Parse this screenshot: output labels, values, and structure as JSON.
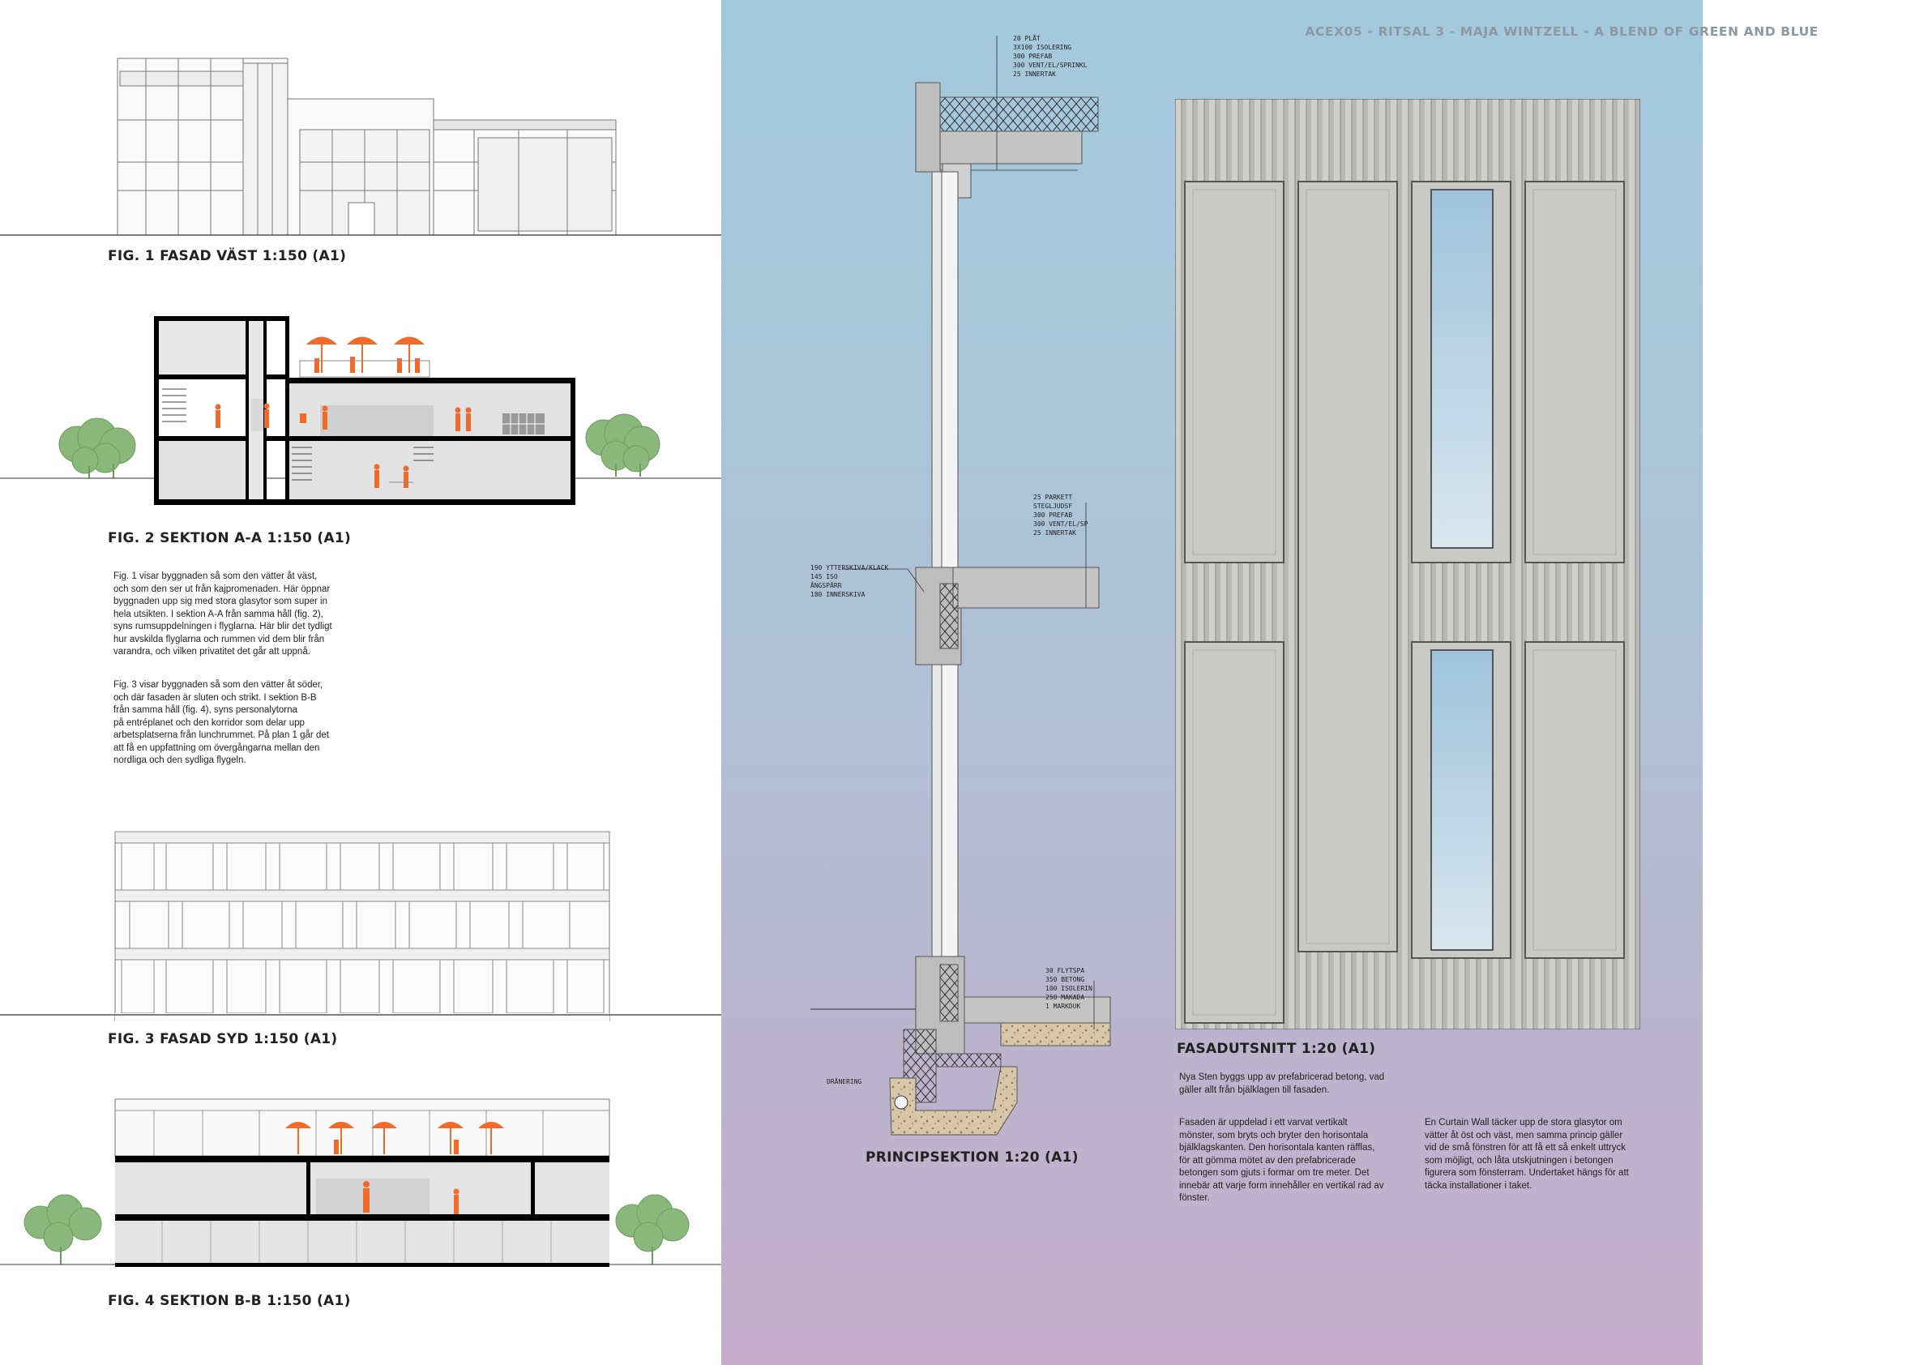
{
  "header": {
    "title": "ACEX05 - RITSAL 3 - MAJA WINTZELL - A BLEND OF GREEN AND BLUE"
  },
  "figures": {
    "fig1": {
      "caption": "FIG. 1 FASAD VÄST 1:150 (A1)"
    },
    "fig2": {
      "caption": "FIG. 2 SEKTION A-A 1:150 (A1)"
    },
    "fig3": {
      "caption": "FIG. 3 FASAD SYD 1:150 (A1)"
    },
    "fig4": {
      "caption": "FIG. 4 SEKTION B-B 1:150 (A1)"
    },
    "principsektion": {
      "caption": "PRINCIPSEKTION 1:20 (A1)"
    },
    "fasadutsnitt": {
      "caption": "FASADUTSNITT 1:20 (A1)"
    }
  },
  "left_text": {
    "p1": "Fig. 1 visar byggnaden så som den vätter åt väst,\noch som den ser ut från kajpromenaden. Här öppnar\nbyggnaden upp sig med stora glasytor som super in\nhela utsikten. I sektion A-A från samma håll (fig. 2),\nsyns rumsuppdelningen i flyglarna. Här blir det tydligt\nhur avskilda flyglarna och rummen vid dem blir från\nvarandra, och vilken privatitet det går att uppnå.",
    "p2": "Fig. 3 visar byggnaden så som den vätter åt söder,\noch där fasaden är sluten och strikt. I sektion B-B\nfrån samma håll (fig. 4), syns personalytorna\npå entréplanet och den korridor som delar upp\narbetsplatserna från lunchrummet. På plan 1 går det\natt få en uppfattning om övergångarna mellan den\nnordliga och den sydliga flygeln."
  },
  "right_text": {
    "intro": "Nya Sten byggs upp av prefabricerad betong, vad\ngäller allt från bjälklagen till fasaden.",
    "col1": "Fasaden är uppdelad i ett varvat vertikalt\nmönster, som bryts och bryter den horisontala\nbjälklagskanten. Den horisontala kanten räfflas,\nför att gömma mötet av den prefabricerade\nbetongen som gjuts i formar om tre meter. Det\ninnebär att varje form innehåller en vertikal rad av\nfönster.",
    "col2": "En Curtain Wall täcker upp de stora glasytor om\nvätter åt öst och väst, men samma princip gäller\nvid de små fönstren för att få ett så enkelt uttryck\nsom möjligt, och låta utskjutningen i betongen\nfigurera som fönsterram. Undertaket hängs för att\ntäcka installationer i taket."
  },
  "section_labels": {
    "roof": [
      "20   PLÅT",
      "3X100 ISOLERING",
      "300  PREFAB",
      "300  VENT/EL/SPRINKL",
      "25   INNERTAK"
    ],
    "floor": [
      "25   PARKETT",
      "     STEGLJUDSF",
      "300  PREFAB",
      "300  VENT/EL/SP",
      "25   INNERTAK"
    ],
    "wall": [
      "190  YTTERSKIVA/KLACK",
      "145  ISO",
      "     ÅNGSPÄRR",
      "180  INNERSKIVA"
    ],
    "ground": [
      "30   FLYTSPA",
      "350  BETONG",
      "100  ISOLERIN",
      "250  MAKADA",
      "1    MARKDUK"
    ],
    "drainage": "DRÄNERING"
  },
  "colors": {
    "accent_orange": "#f26a2a",
    "tree_green": "#8ab87a",
    "concrete": "#c9c9c6",
    "glass": "#b5d2e2",
    "panel_top": "#a4c9dc",
    "panel_bottom": "#c6aecb"
  }
}
